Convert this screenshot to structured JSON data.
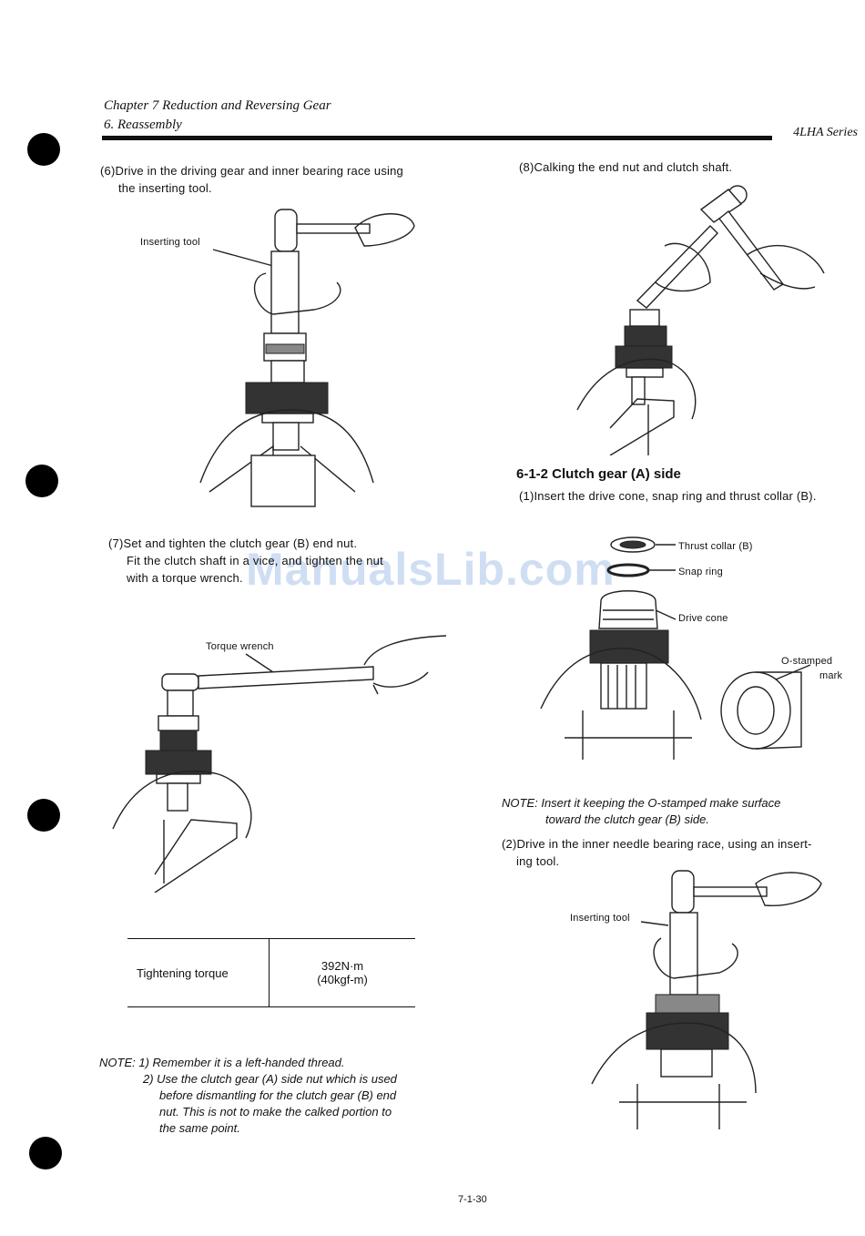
{
  "header": {
    "chapter": "Chapter 7 Reduction and Reversing Gear",
    "section": "6. Reassembly",
    "series": "4LHA Series"
  },
  "watermark": "ManualsLib.com",
  "left": {
    "step6": {
      "line1": "(6)Drive in the driving gear and inner bearing race using",
      "line2": "the inserting tool.",
      "label_inserting_tool": "Inserting tool"
    },
    "step7": {
      "line1": "(7)Set and tighten the clutch gear (B) end nut.",
      "line2": "Fit the clutch shaft in a vice, and tighten the nut",
      "line3": "with a torque wrench.",
      "label_torque_wrench": "Torque wrench"
    },
    "torque_table": {
      "label": "Tightening torque",
      "value1": "392N·m",
      "value2": "(40kgf-m)"
    },
    "note": {
      "line1": "NOTE: 1) Remember it is a left-handed thread.",
      "line2": "2) Use the clutch gear (A) side nut which is used",
      "line3": "before dismantling for the clutch gear (B) end",
      "line4": "nut. This is not to make the calked portion to",
      "line5": "the same point."
    }
  },
  "right": {
    "step8": {
      "line1": "(8)Calking the end nut and clutch shaft."
    },
    "section": {
      "title": "6-1-2 Clutch gear (A) side",
      "step1": "(1)Insert the drive cone, snap ring and thrust collar (B).",
      "label_thrust_collar": "Thrust collar (B)",
      "label_snap_ring": "Snap ring",
      "label_drive_cone": "Drive cone",
      "label_o_stamped": "O-stamped",
      "label_mark": "mark"
    },
    "note": {
      "line1": "NOTE: Insert it keeping the O-stamped make surface",
      "line2": "toward the clutch gear (B) side."
    },
    "step2": {
      "line1": "(2)Drive in the inner needle bearing race, using an insert-",
      "line2": "ing tool.",
      "label_inserting_tool": "Inserting tool"
    }
  },
  "footer": {
    "page_number": "7-1-30"
  }
}
